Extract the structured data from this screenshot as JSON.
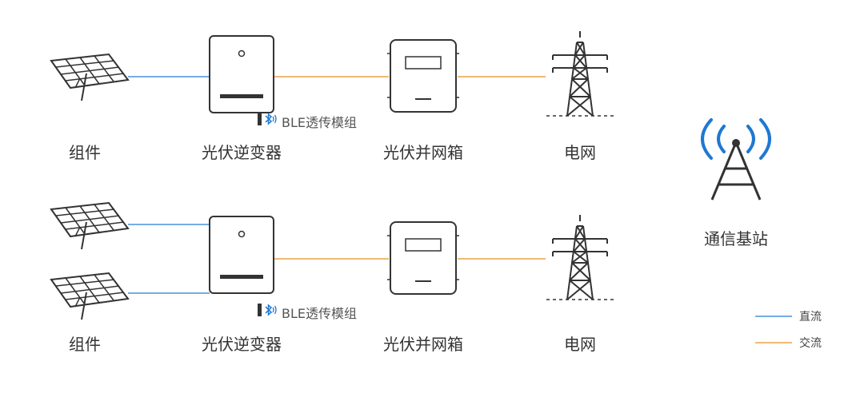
{
  "row1": {
    "panel_label": "组件",
    "inverter_label": "光伏逆变器",
    "combiner_label": "光伏并网箱",
    "grid_label": "电网",
    "ble_label": "BLE透传模组"
  },
  "row2": {
    "panel_label": "组件",
    "inverter_label": "光伏逆变器",
    "combiner_label": "光伏并网箱",
    "grid_label": "电网",
    "ble_label": "BLE透传模组"
  },
  "station": {
    "label": "通信基站"
  },
  "legend": {
    "items": [
      {
        "label": "直流",
        "color": "#4a90d9"
      },
      {
        "label": "交流",
        "color": "#e8a24a"
      }
    ]
  },
  "colors": {
    "dc": "#4a90d9",
    "ac": "#e8a24a",
    "line_art": "#333333",
    "signal": "#1f78d1"
  }
}
